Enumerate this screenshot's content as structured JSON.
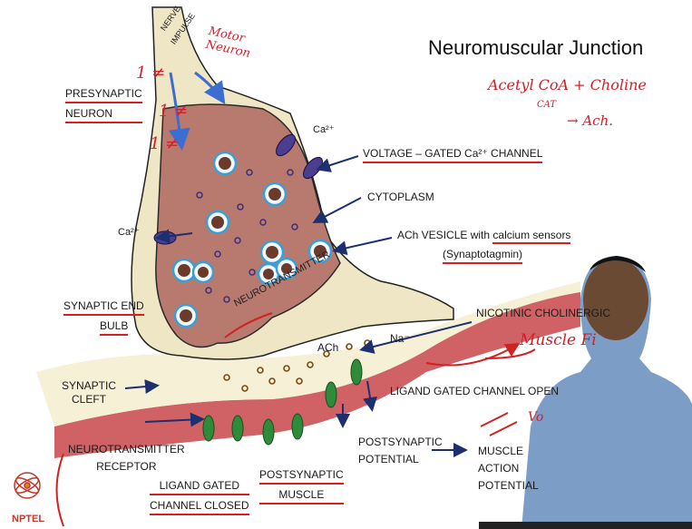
{
  "title": "Neuromuscular Junction",
  "labels": {
    "nerve_impulse_1": "NERVE",
    "nerve_impulse_2": "IMPULSE",
    "presynaptic_1": "PRESYNAPTIC",
    "presynaptic_2": "NEURON",
    "ca_top": "Ca²⁺",
    "ca_left": "Ca²⁺",
    "voltage_gated": "VOLTAGE – GATED Ca²⁺ CHANNEL",
    "cytoplasm": "CYTOPLASM",
    "ach_vesicle_1": "ACh VESICLE",
    "ach_vesicle_2": "with",
    "ach_vesicle_3": "calcium sensors",
    "synaptotagmin": "(Synaptotagmin)",
    "synaptic_end_1": "SYNAPTIC END",
    "synaptic_end_2": "BULB",
    "neurotransmitter": "NEUROTRANSMITTER",
    "nicotinic": "NICOTINIC CHOLINERGIC",
    "ach": "ACh",
    "na": "Na⁻",
    "synaptic_cleft_1": "SYNAPTIC",
    "synaptic_cleft_2": "CLEFT",
    "ligand_open": "LIGAND GATED CHANNEL OPEN",
    "nt_receptor_1": "NEUROTRANSMITTER",
    "nt_receptor_2": "RECEPTOR",
    "postsyn_potential_1": "POSTSYNAPTIC",
    "postsyn_potential_2": "POTENTIAL",
    "muscle_ap_1": "MUSCLE",
    "muscle_ap_2": "ACTION",
    "muscle_ap_3": "POTENTIAL",
    "ligand_closed_1": "LIGAND GATED",
    "ligand_closed_2": "CHANNEL CLOSED",
    "postsyn_muscle_1": "POSTSYNAPTIC",
    "postsyn_muscle_2": "MUSCLE"
  },
  "handwriting": {
    "motor_neuron_1": "Motor",
    "motor_neuron_2": "Neuron",
    "acetyl": "Acetyl CoA + Choline",
    "cat": "CAT",
    "ach_product": "→ Ach.",
    "muscle_fi": "Muscle Fi",
    "vol": "Vo",
    "one_1": "1 ≠",
    "one_2": "1 ≠",
    "one_3": "1 ≠"
  },
  "logo": "NPTEL",
  "colors": {
    "neuron_fill": "#efe6c6",
    "cytoplasm_fill": "#b87a6e",
    "muscle_fill": "#c8474a",
    "cleft_fill": "#f6f0d6",
    "vesicle_ring": "#3a9fd6",
    "vesicle_core": "#6b3a28",
    "channel_purple": "#4b3d8f",
    "receptor_green": "#2e8b3a",
    "arrow_navy": "#1c2f6e",
    "annotation_red": "#d32020"
  }
}
